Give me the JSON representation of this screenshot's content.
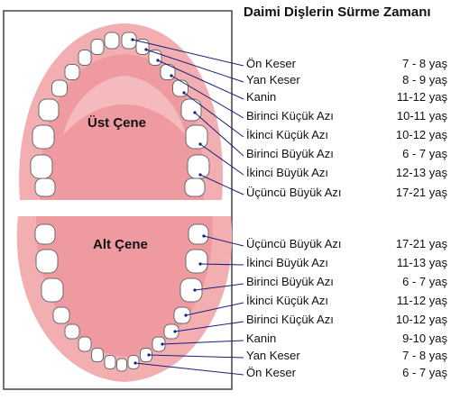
{
  "title": "Daimi Dişlerin Sürme Zamanı",
  "upper_jaw": {
    "label": "Üst Çene",
    "teeth": [
      {
        "name": "Ön Keser",
        "age": "7 - 8 yaş"
      },
      {
        "name": "Yan Keser",
        "age": "8 - 9 yaş"
      },
      {
        "name": "Kanin",
        "age": "11-12 yaş"
      },
      {
        "name": "Birinci Küçük Azı",
        "age": "10-11 yaş"
      },
      {
        "name": "İkinci Küçük Azı",
        "age": "10-12 yaş"
      },
      {
        "name": "Birinci Büyük Azı",
        "age": "6 - 7 yaş"
      },
      {
        "name": "İkinci Büyük Azı",
        "age": "12-13 yaş"
      },
      {
        "name": "Üçüncü Büyük Azı",
        "age": "17-21 yaş"
      }
    ]
  },
  "lower_jaw": {
    "label": "Alt Çene",
    "teeth": [
      {
        "name": "Üçüncü Büyük Azı",
        "age": "17-21 yaş"
      },
      {
        "name": "İkinci Büyük Azı",
        "age": "11-13 yaş"
      },
      {
        "name": "Birinci Büyük Azı",
        "age": "6 - 7 yaş"
      },
      {
        "name": "İkinci Küçük Azı",
        "age": "11-12 yaş"
      },
      {
        "name": "Birinci Küçük Azı",
        "age": "10-12 yaş"
      },
      {
        "name": "Kanin",
        "age": "9-10 yaş"
      },
      {
        "name": "Yan Keser",
        "age": "7 - 8 yaş"
      },
      {
        "name": "Ön Keser",
        "age": "6 - 7 yaş"
      }
    ]
  },
  "colors": {
    "gum": "#f3aeb2",
    "gum_light": "#f9d6d7",
    "palate": "#ee9aa0",
    "tooth": "#ffffff",
    "tooth_outline": "#6b6b6b",
    "leader_line": "#1a1f7a",
    "frame": "#444444"
  }
}
